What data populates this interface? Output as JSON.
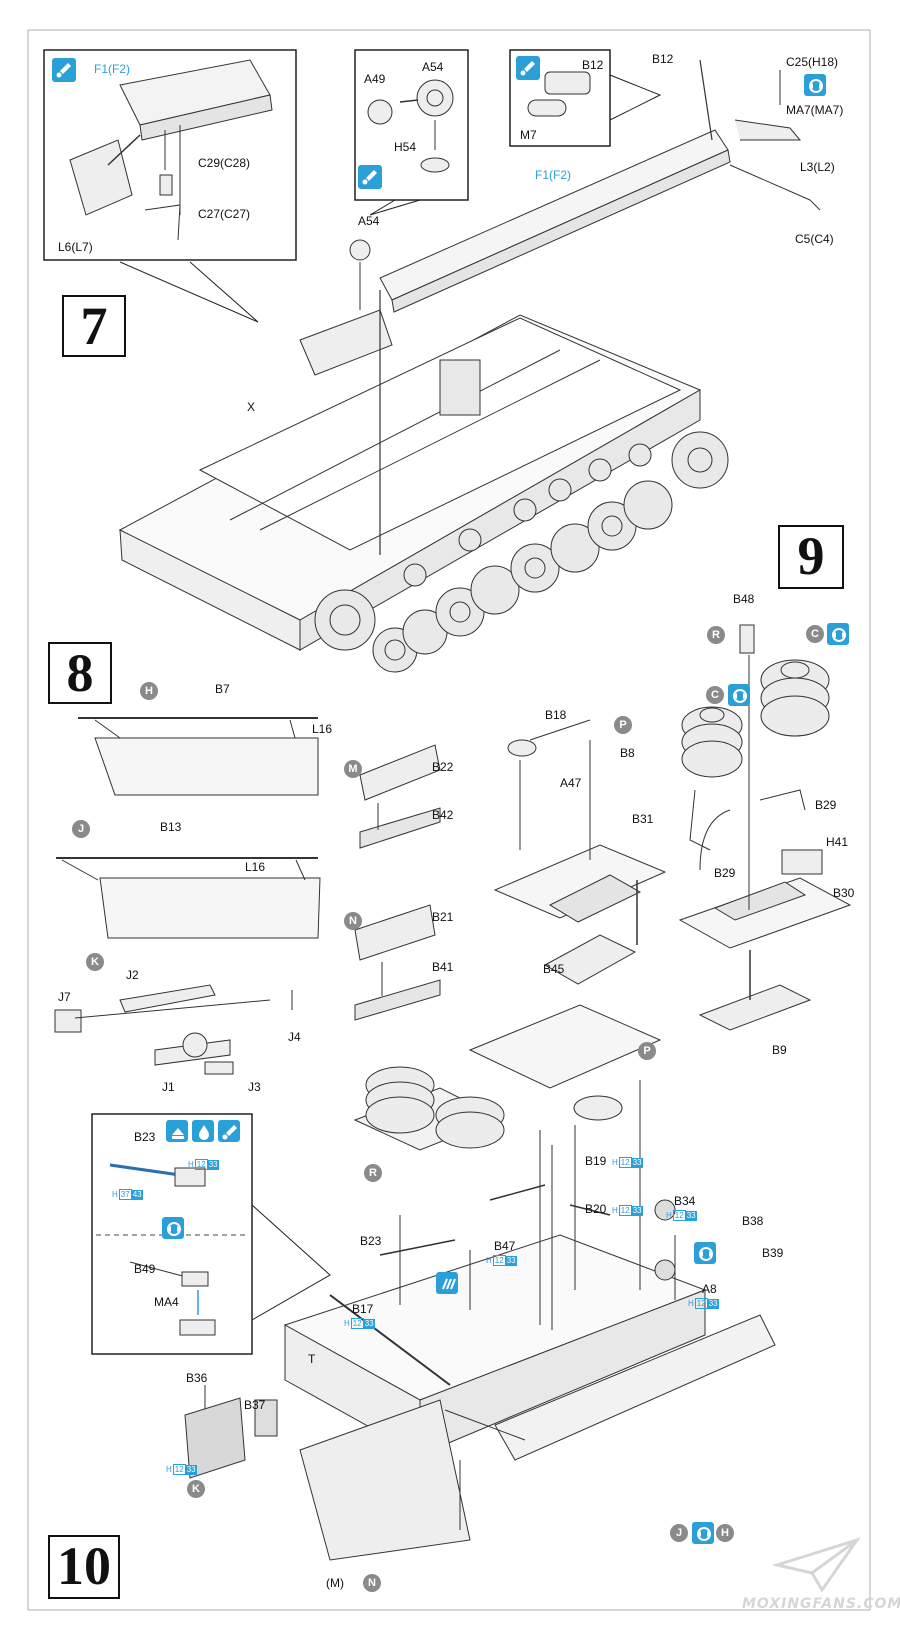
{
  "steps": {
    "s7": "7",
    "s8": "8",
    "s9": "9",
    "s10": "10"
  },
  "step7": {
    "inset1": {
      "f1": "F1(F2)",
      "c29": "C29(C28)",
      "c27": "C27(C27)",
      "l6": "L6(L7)"
    },
    "inset2": {
      "a49": "A49",
      "a54": "A54",
      "h54": "H54"
    },
    "inset3": {
      "b12": "B12",
      "m7": "M7"
    },
    "main": {
      "b12": "B12",
      "c25": "C25(H18)",
      "ma7": "MA7(MA7)",
      "l3": "L3(L2)",
      "c5": "C5(C4)",
      "f1": "F1(F2)",
      "a54": "A54",
      "x": "X"
    }
  },
  "step8": {
    "h": "H",
    "b7": "B7",
    "l16a": "L16",
    "j": "J",
    "b13": "B13",
    "l16b": "L16",
    "k": "K",
    "j2": "J2",
    "j7": "J7",
    "j4": "J4",
    "j1": "J1",
    "j3": "J3",
    "m": "M",
    "b22": "B22",
    "b42": "B42",
    "n": "N",
    "b21": "B21",
    "b41": "B41",
    "b18": "B18",
    "p": "P",
    "b8": "B8",
    "a47": "A47",
    "b31": "B31",
    "b45": "B45"
  },
  "step9": {
    "b48": "B48",
    "r": "R",
    "c1": "C",
    "c2": "C",
    "b29a": "B29",
    "b29b": "B29",
    "h41": "H41",
    "b30": "B30",
    "b9": "B9"
  },
  "step10": {
    "p": "P",
    "r": "R",
    "b19": "B19",
    "b20": "B20",
    "b34": "B34",
    "b38": "B38",
    "b39": "B39",
    "a8": "A8",
    "b23main": "B23",
    "b47": "B47",
    "b17": "B17",
    "t": "T",
    "b36": "B36",
    "b37": "B37",
    "k": "K",
    "m": "(M)",
    "n": "N",
    "j": "J",
    "h": "H",
    "inset": {
      "b23": "B23",
      "b49": "B49",
      "ma4": "MA4"
    },
    "paint": {
      "h": "H",
      "b19a": "12",
      "b19b": "33",
      "b20a": "12",
      "b20b": "33",
      "b34a": "12",
      "b34b": "33",
      "a8a": "12",
      "a8b": "33",
      "b47a": "12",
      "b47b": "33",
      "b17a": "12",
      "b17b": "33",
      "kpa": "12",
      "kpb": "33",
      "b23a": "12",
      "b23b": "33",
      "b23c": "37",
      "b23d": "43"
    }
  },
  "watermark": "MOXINGFANS.COM",
  "colors": {
    "accent_blue": "#2a9fd8",
    "gray_marker": "#8a8a8a"
  },
  "icons": [
    "paint-brush-icon",
    "glue-icon",
    "dryfit-icon",
    "rotate-icon",
    "optional-icon"
  ]
}
